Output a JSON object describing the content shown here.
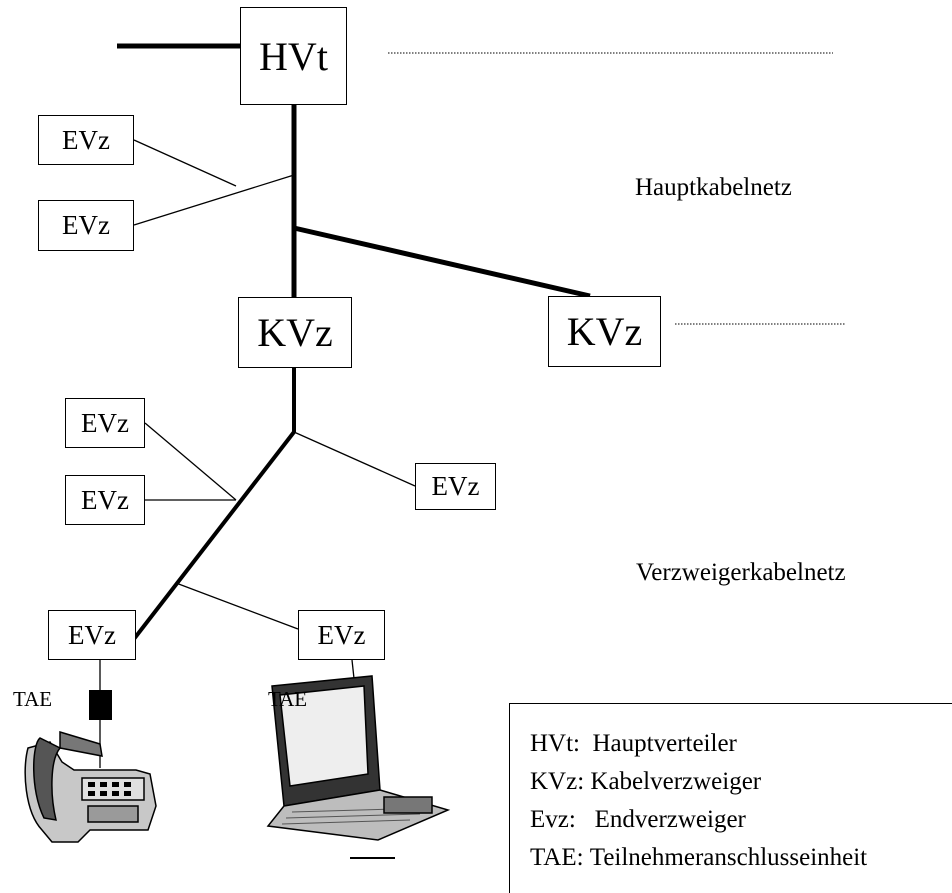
{
  "nodes": {
    "hvt": "HVt",
    "kvz_left": "KVz",
    "kvz_right": "KVz",
    "evz_top_1": "EVz",
    "evz_top_2": "EVz",
    "evz_mid_1": "EVz",
    "evz_mid_2": "EVz",
    "evz_mid_3": "EVz",
    "evz_bottom_1": "EVz",
    "evz_bottom_2": "EVz"
  },
  "terminals": {
    "tae_left": "TAE",
    "tae_right": "TAE"
  },
  "areas": {
    "hauptkabelnetz": "Hauptkabelnetz",
    "verzweigerkabelnetz": "Verzweigerkabelnetz"
  },
  "legend": [
    {
      "abbr": "HVt:",
      "text": "Hauptverteiler"
    },
    {
      "abbr": "KVz:",
      "text": "Kabelverzweiger"
    },
    {
      "abbr": "Evz:",
      "text": "Endverzweiger"
    },
    {
      "abbr": "TAE:",
      "text": "Teilnehmeranschlusseinheit"
    }
  ]
}
